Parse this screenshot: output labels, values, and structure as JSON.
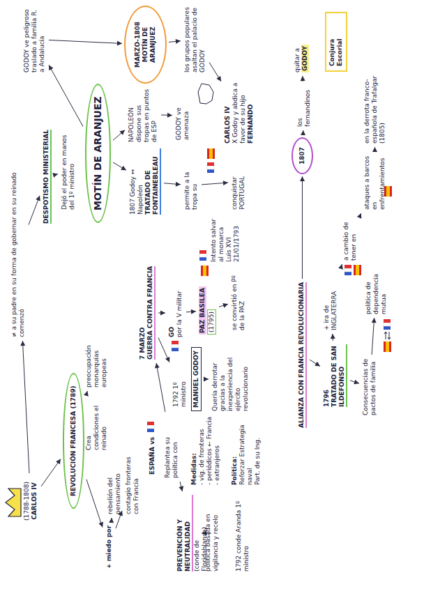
{
  "diagram": {
    "nodes": [
      {
        "text": [
          "(1788-1808)",
          "CARLOS IV"
        ]
      },
      {
        "text": [
          "≠ a su padre en su forma de gobernar en su reinado comenzó"
        ]
      },
      {
        "text": [
          "DESPOTISMO MINISTERIAL"
        ]
      },
      {
        "text": [
          "Dejó el poder en manos del 1º ministro"
        ]
      },
      {
        "text": [
          "REVOLUCIÓN FRANCESA (1789)"
        ]
      },
      {
        "text": [
          "Crea condiciones el reinado"
        ]
      },
      {
        "text": [
          "preocupación monarquías europeas"
        ]
      },
      {
        "text": [
          "+ miedo por"
        ]
      },
      {
        "text": [
          "rebelión del pensamiento"
        ]
      },
      {
        "text": [
          "contagio fronteras con Francia"
        ]
      },
      {
        "text": [
          "ESPAÑA vs"
        ]
      },
      {
        "text": [
          "Replantea su política con"
        ]
      },
      {
        "text": [
          "PREVENCIÓN Y NEUTRALIDAD",
          "(conde de Floridablanca)"
        ]
      },
      {
        "text": [
          "política basada en vigilancia y recelo"
        ]
      },
      {
        "text": [
          "Medidas:",
          "- vig. de fronteras",
          "- periódicos ← Francia",
          "- extranjeros"
        ]
      },
      {
        "text": [
          "Política:",
          "Reforzar Estrategia naval",
          "Part. de su Ing."
        ]
      },
      {
        "text": [
          "1792 conde Aranda 1º ministro"
        ]
      },
      {
        "text": [
          "7 MARZO",
          "GUERRA CONTRA FRANCIA"
        ]
      },
      {
        "text": [
          "1792 1º ministro"
        ]
      },
      {
        "text": [
          "MANUEL GODOY"
        ]
      },
      {
        "text": [
          "Quería derrotar gracias a la inexperiencia del ejército revolucionario"
        ]
      },
      {
        "text": [
          "GO",
          "por la V militar"
        ]
      },
      {
        "text": [
          "PAZ BASILEA",
          "(1795)"
        ]
      },
      {
        "text": [
          "Intento salvar al monarca",
          "Luis XVI 21/01/1793"
        ]
      },
      {
        "text": [
          "se convirtió en Pº de la PAZ"
        ]
      },
      {
        "text": [
          "ALIANZA CON FRANCIA REVOLUCIONARIA"
        ]
      },
      {
        "text": [
          "1796",
          "TRATADO DE SAN ILDEFONSO"
        ]
      },
      {
        "text": [
          "+ ira de INGLATERRA"
        ]
      },
      {
        "text": [
          "Consecuencias de pactos de familia"
        ]
      },
      {
        "text": [
          "política de dependencia mutua"
        ]
      },
      {
        "text": [
          "a cambio de",
          "tener en"
        ]
      },
      {
        "text": [
          "ataques a barcos",
          "en enfrentamientos"
        ]
      },
      {
        "text": [
          "en la derrota franco-española de Trafalgar (1805)"
        ]
      },
      {
        "text": [
          "1807"
        ]
      },
      {
        "text": [
          "los fernandinos"
        ]
      },
      {
        "text": [
          "quitar a",
          "GODOY"
        ]
      },
      {
        "text": [
          "Conjura Escorial"
        ]
      },
      {
        "text": [
          "MOTÍN DE ARANJUEZ"
        ]
      },
      {
        "text": [
          "1807 Godoy ↔ Napoleón",
          "TRATADO DE FONTAINEBLEAU"
        ]
      },
      {
        "text": [
          "NAPOLEÓN dispone sus tropas en puntos de ESP"
        ]
      },
      {
        "text": [
          "GODOY ve peligroso traslado a familia R. a Andalucía"
        ]
      },
      {
        "text": [
          "permite a la tropa su"
        ]
      },
      {
        "text": [
          "conquistar PORTUGAL"
        ]
      },
      {
        "text": [
          "GODOY ve amenaza"
        ]
      },
      {
        "text": [
          "MARZO-1808",
          "MOTÍN DE ARANJUEZ"
        ]
      },
      {
        "text": [
          "los grupos populares asaltan el palacio de GODOY"
        ]
      },
      {
        "text": [
          "CARLOS IV",
          "X Godoy y abdica a favor de su hijo",
          "FERNANDO"
        ]
      }
    ],
    "edges": [
      {
        "from": 0,
        "to": 1,
        "arrow": "to"
      },
      {
        "from": 0,
        "to": 4,
        "arrow": "to"
      },
      {
        "from": 1,
        "to": 2,
        "arrow": "to"
      },
      {
        "from": 2,
        "to": 3,
        "arrow": "to"
      },
      {
        "from": 4,
        "to": 6,
        "arrow": "to"
      },
      {
        "from": 4,
        "to": 7,
        "arrow": "to"
      },
      {
        "from": 7,
        "to": 8,
        "arrow": "to"
      },
      {
        "from": 7,
        "to": 9,
        "arrow": "to"
      },
      {
        "from": 11,
        "to": 12,
        "arrow": "to"
      },
      {
        "from": 11,
        "to": 17,
        "arrow": "to"
      },
      {
        "from": 12,
        "to": 13,
        "arrow": "to"
      },
      {
        "from": 17,
        "to": 18,
        "arrow": "to"
      },
      {
        "from": 19,
        "to": 20,
        "arrow": "to"
      },
      {
        "from": 17,
        "to": 21,
        "arrow": "to"
      },
      {
        "from": 21,
        "to": 22,
        "arrow": "to"
      },
      {
        "from": 22,
        "to": 24,
        "arrow": "to"
      },
      {
        "from": 25,
        "to": 26,
        "arrow": "to"
      },
      {
        "from": 26,
        "to": 27,
        "arrow": "to"
      },
      {
        "from": 26,
        "to": 28,
        "arrow": "to"
      },
      {
        "from": 28,
        "to": 29,
        "arrow": "to"
      },
      {
        "from": 27,
        "to": 30,
        "arrow": "to"
      },
      {
        "from": 30,
        "to": 31,
        "arrow": "to"
      },
      {
        "from": 31,
        "to": 32,
        "arrow": "to"
      },
      {
        "from": 25,
        "to": 33,
        "arrow": "to"
      },
      {
        "from": 33,
        "to": 34,
        "arrow": "to"
      },
      {
        "from": 34,
        "to": 35,
        "arrow": "to"
      },
      {
        "from": 37,
        "to": 38,
        "arrow": "to"
      },
      {
        "from": 37,
        "to": 39,
        "arrow": "to"
      },
      {
        "from": 37,
        "to": 40,
        "arrow": "to"
      },
      {
        "from": 38,
        "to": 41,
        "arrow": "to"
      },
      {
        "from": 41,
        "to": 42,
        "arrow": "to"
      },
      {
        "from": 39,
        "to": 43,
        "arrow": "to"
      },
      {
        "from": 40,
        "to": 44,
        "arrow": "to"
      },
      {
        "from": 44,
        "to": 45,
        "arrow": "to"
      },
      {
        "from": 45,
        "to": 46,
        "arrow": "to"
      }
    ]
  }
}
